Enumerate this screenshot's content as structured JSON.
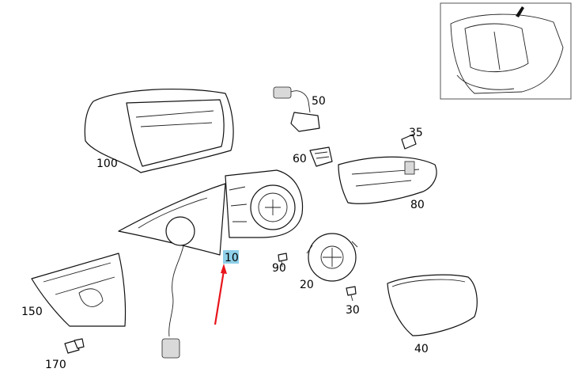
{
  "labels": {
    "p10": "10",
    "p20": "20",
    "p30": "30",
    "p35": "35",
    "p40": "40",
    "p50": "50",
    "p60": "60",
    "p80": "80",
    "p90": "90",
    "p100": "100",
    "p150": "150",
    "p170": "170"
  },
  "highlighted_part": "10",
  "colors": {
    "highlight_bg": "#8ecfe8",
    "arrow": "#e8141b",
    "line": "#111111"
  }
}
